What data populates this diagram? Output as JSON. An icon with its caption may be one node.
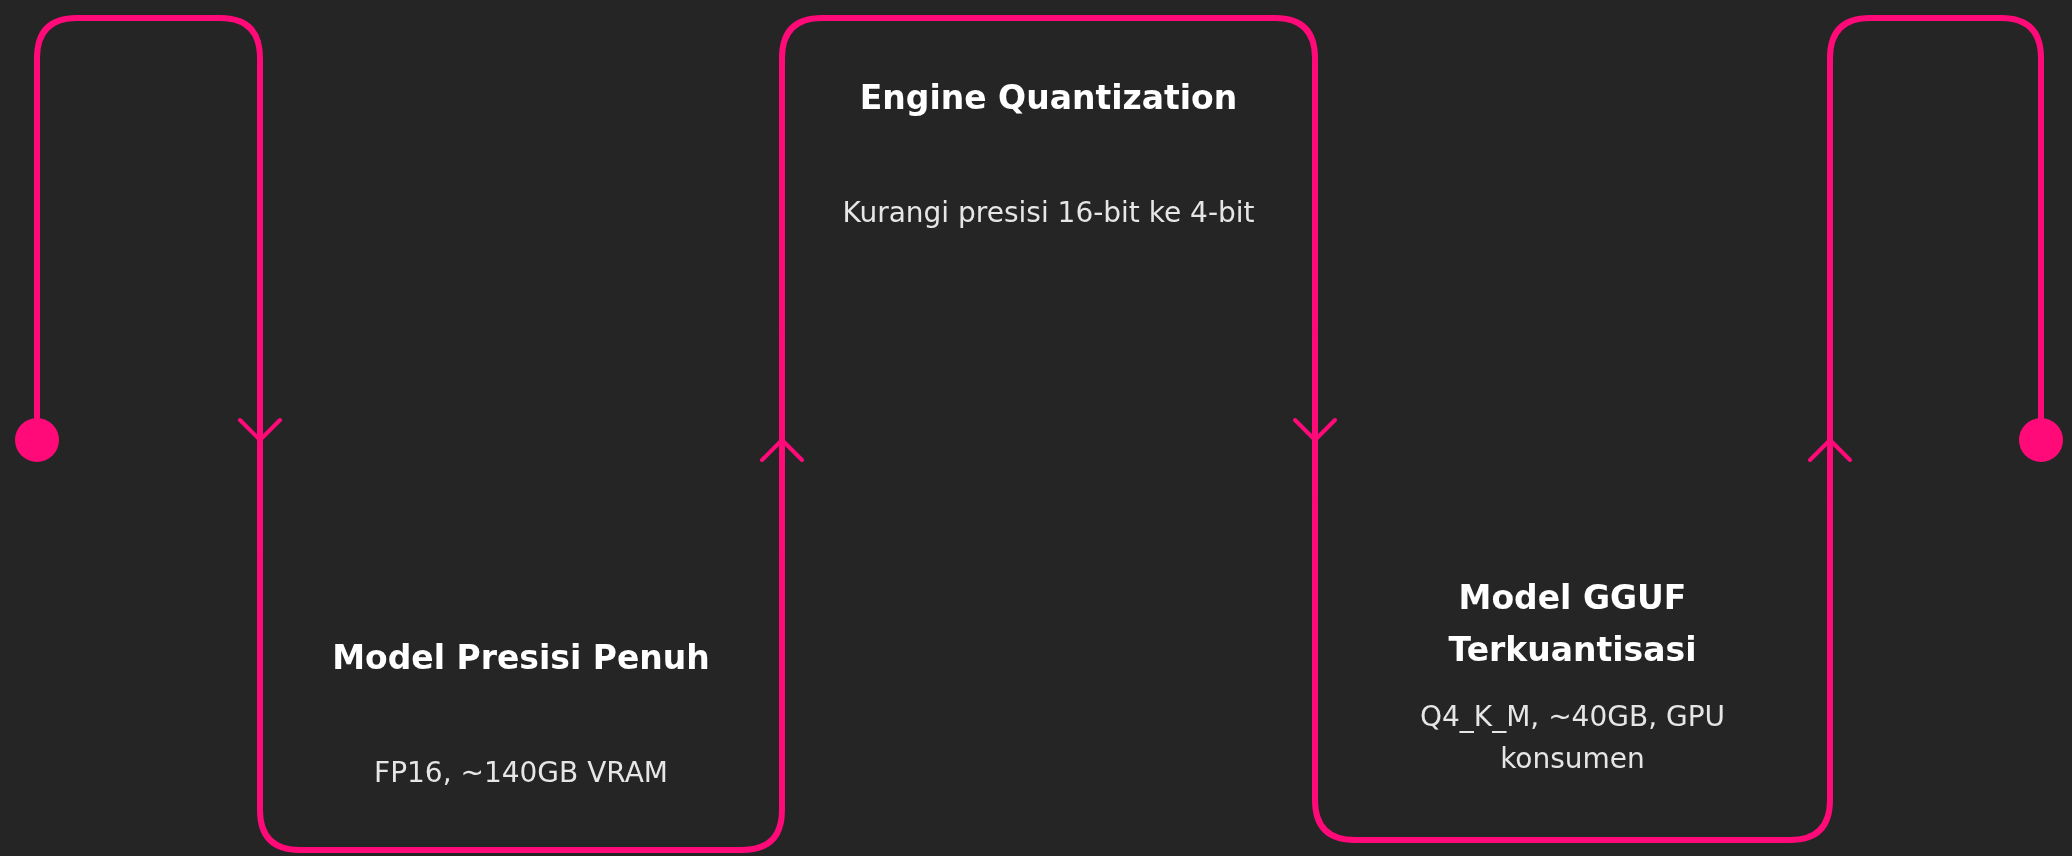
{
  "diagram": {
    "nodes": [
      {
        "text": [],
        "shape": "circle"
      },
      {
        "text": [
          "Model Presisi Penuh",
          "FP16, ~140GB VRAM"
        ]
      },
      {
        "text": [
          "Engine Quantization",
          "Kurangi presisi 16-bit ke 4-bit"
        ]
      },
      {
        "text": [
          "Model GGUF Terkuantisasi",
          "Q4_K_M, ~40GB, GPU konsumen"
        ]
      },
      {
        "text": [],
        "shape": "circle"
      }
    ],
    "edges": [
      {
        "from": 0,
        "to": 1,
        "arrow": "to"
      },
      {
        "from": 1,
        "to": 2,
        "arrow": "to"
      },
      {
        "from": 2,
        "to": 3,
        "arrow": "to"
      },
      {
        "from": 3,
        "to": 4,
        "arrow": "to"
      }
    ]
  }
}
